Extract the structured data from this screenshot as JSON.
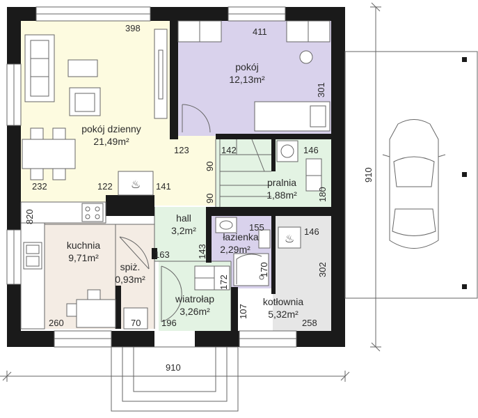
{
  "rooms": {
    "living": {
      "name": "pokój dzienny",
      "area": "21,49m²"
    },
    "room": {
      "name": "pokój",
      "area": "12,13m²"
    },
    "laundry": {
      "name": "pralnia",
      "area": "1,88m²"
    },
    "hall": {
      "name": "hall",
      "area": "3,2m²"
    },
    "bathroom": {
      "name": "łazienka",
      "area": "2,29m²"
    },
    "kitchen": {
      "name": "kuchnia",
      "area": "9,71m²"
    },
    "pantry": {
      "name": "spiż.",
      "area": "0,93m²"
    },
    "vestibule": {
      "name": "wiatrołap",
      "area": "3,26m²"
    },
    "boiler": {
      "name": "kotłownia",
      "area": "5,32m²"
    }
  },
  "dimensions": {
    "d398": "398",
    "d411": "411",
    "d301": "301",
    "d123": "123",
    "d142": "142",
    "d146a": "146",
    "d90a": "90",
    "d90b": "90",
    "d180": "180",
    "d232": "232",
    "d122": "122",
    "d141": "141",
    "d820": "820",
    "d155": "155",
    "d146b": "146",
    "d143": "143",
    "d163": "163",
    "d170": "170",
    "d172": "172",
    "d302": "302",
    "d107": "107",
    "d260": "260",
    "d70": "70",
    "d196": "196",
    "d258": "258",
    "total_width": "910",
    "total_depth": "910"
  },
  "colors": {
    "living": "#fdfbe0",
    "room": "#d9d2ec",
    "laundry": "#e3f3e3",
    "hall": "#e3f3e3",
    "bathroom": "#d9d2ec",
    "kitchen": "#f4ece4",
    "pantry": "#f4ece4",
    "vestibule": "#e3f3e3",
    "boiler": "#e6e6e6",
    "wall": "#1a1a1a"
  }
}
